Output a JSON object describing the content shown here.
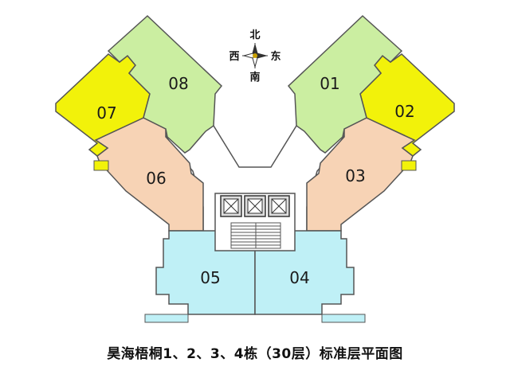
{
  "compass": {
    "north": "北",
    "south": "南",
    "east": "东",
    "west": "西"
  },
  "units": [
    {
      "id": "01",
      "label": "01"
    },
    {
      "id": "02",
      "label": "02"
    },
    {
      "id": "03",
      "label": "03"
    },
    {
      "id": "04",
      "label": "04"
    },
    {
      "id": "05",
      "label": "05"
    },
    {
      "id": "06",
      "label": "06"
    },
    {
      "id": "07",
      "label": "07"
    },
    {
      "id": "08",
      "label": "08"
    }
  ],
  "colors": {
    "green_unit": "#cbeea1",
    "yellow_unit": "#f2f20a",
    "peach_unit": "#f7d3b5",
    "cyan_unit": "#bff0f6",
    "core": "#ffffff",
    "wall": "#555555"
  },
  "caption": "昊海梧桐1、2、3、4栋（30层）标准层平面图"
}
